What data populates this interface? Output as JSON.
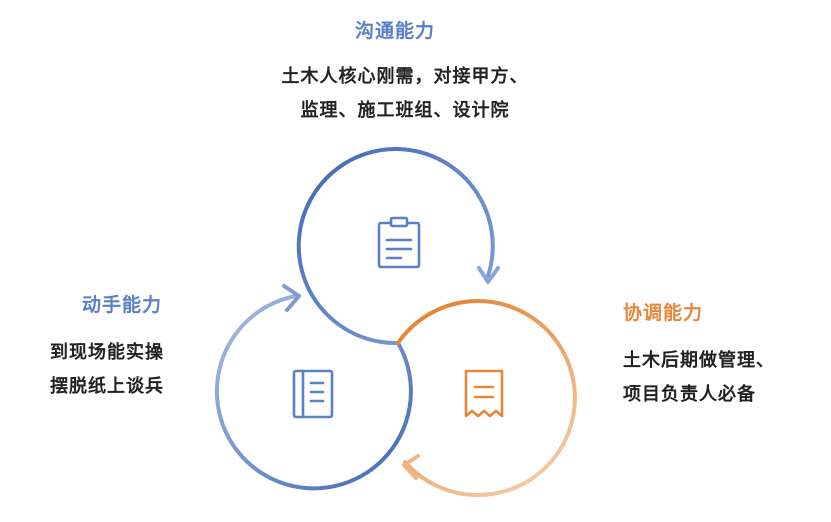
{
  "colors": {
    "blue": "#5a80c6",
    "blue_dark": "#3f67b6",
    "orange": "#e6873a",
    "orange_light": "#f0b583",
    "text": "#222222"
  },
  "sections": {
    "top": {
      "title": "沟通能力",
      "lines": [
        "土木人核心刚需，对接甲方、",
        "监理、施工班组、设计院"
      ],
      "icon": "clipboard-icon"
    },
    "left": {
      "title": "动手能力",
      "lines": [
        "到现场能实操",
        "摆脱纸上谈兵"
      ],
      "icon": "notebook-icon"
    },
    "right": {
      "title": "协调能力",
      "lines": [
        "土木后期做管理、",
        "项目负责人必备"
      ],
      "icon": "receipt-icon"
    }
  }
}
